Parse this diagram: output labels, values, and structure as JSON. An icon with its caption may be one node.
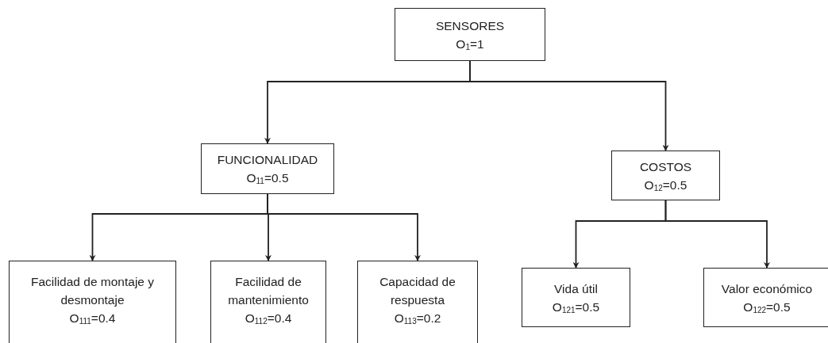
{
  "diagram": {
    "nodes": [
      {
        "text": [
          "SENSORES",
          "O$_{1}$=1"
        ]
      },
      {
        "text": [
          "FUNCIONALIDAD",
          "O$_{11}$=0.5"
        ]
      },
      {
        "text": [
          "COSTOS",
          "O$_{12}$=0.5"
        ]
      },
      {
        "text": [
          "Facilidad de montaje y desmontaje",
          "O$_{111}$=0.4"
        ]
      },
      {
        "text": [
          "Facilidad de mantenimiento",
          "O$_{112}$=0.4"
        ]
      },
      {
        "text": [
          "Capacidad de respuesta",
          "O$_{113}$=0.2"
        ]
      },
      {
        "text": [
          "Vida útil",
          "O$_{121}$=0.5"
        ]
      },
      {
        "text": [
          "Valor económico",
          "O$_{122}$=0.5"
        ]
      }
    ],
    "edges": [
      {
        "from": 0,
        "to": 1,
        "arrow": "to"
      },
      {
        "from": 0,
        "to": 2,
        "arrow": "to"
      },
      {
        "from": 1,
        "to": 3,
        "arrow": "to"
      },
      {
        "from": 1,
        "to": 4,
        "arrow": "to"
      },
      {
        "from": 1,
        "to": 5,
        "arrow": "to"
      },
      {
        "from": 2,
        "to": 6,
        "arrow": "to"
      },
      {
        "from": 2,
        "to": 7,
        "arrow": "to"
      }
    ]
  }
}
